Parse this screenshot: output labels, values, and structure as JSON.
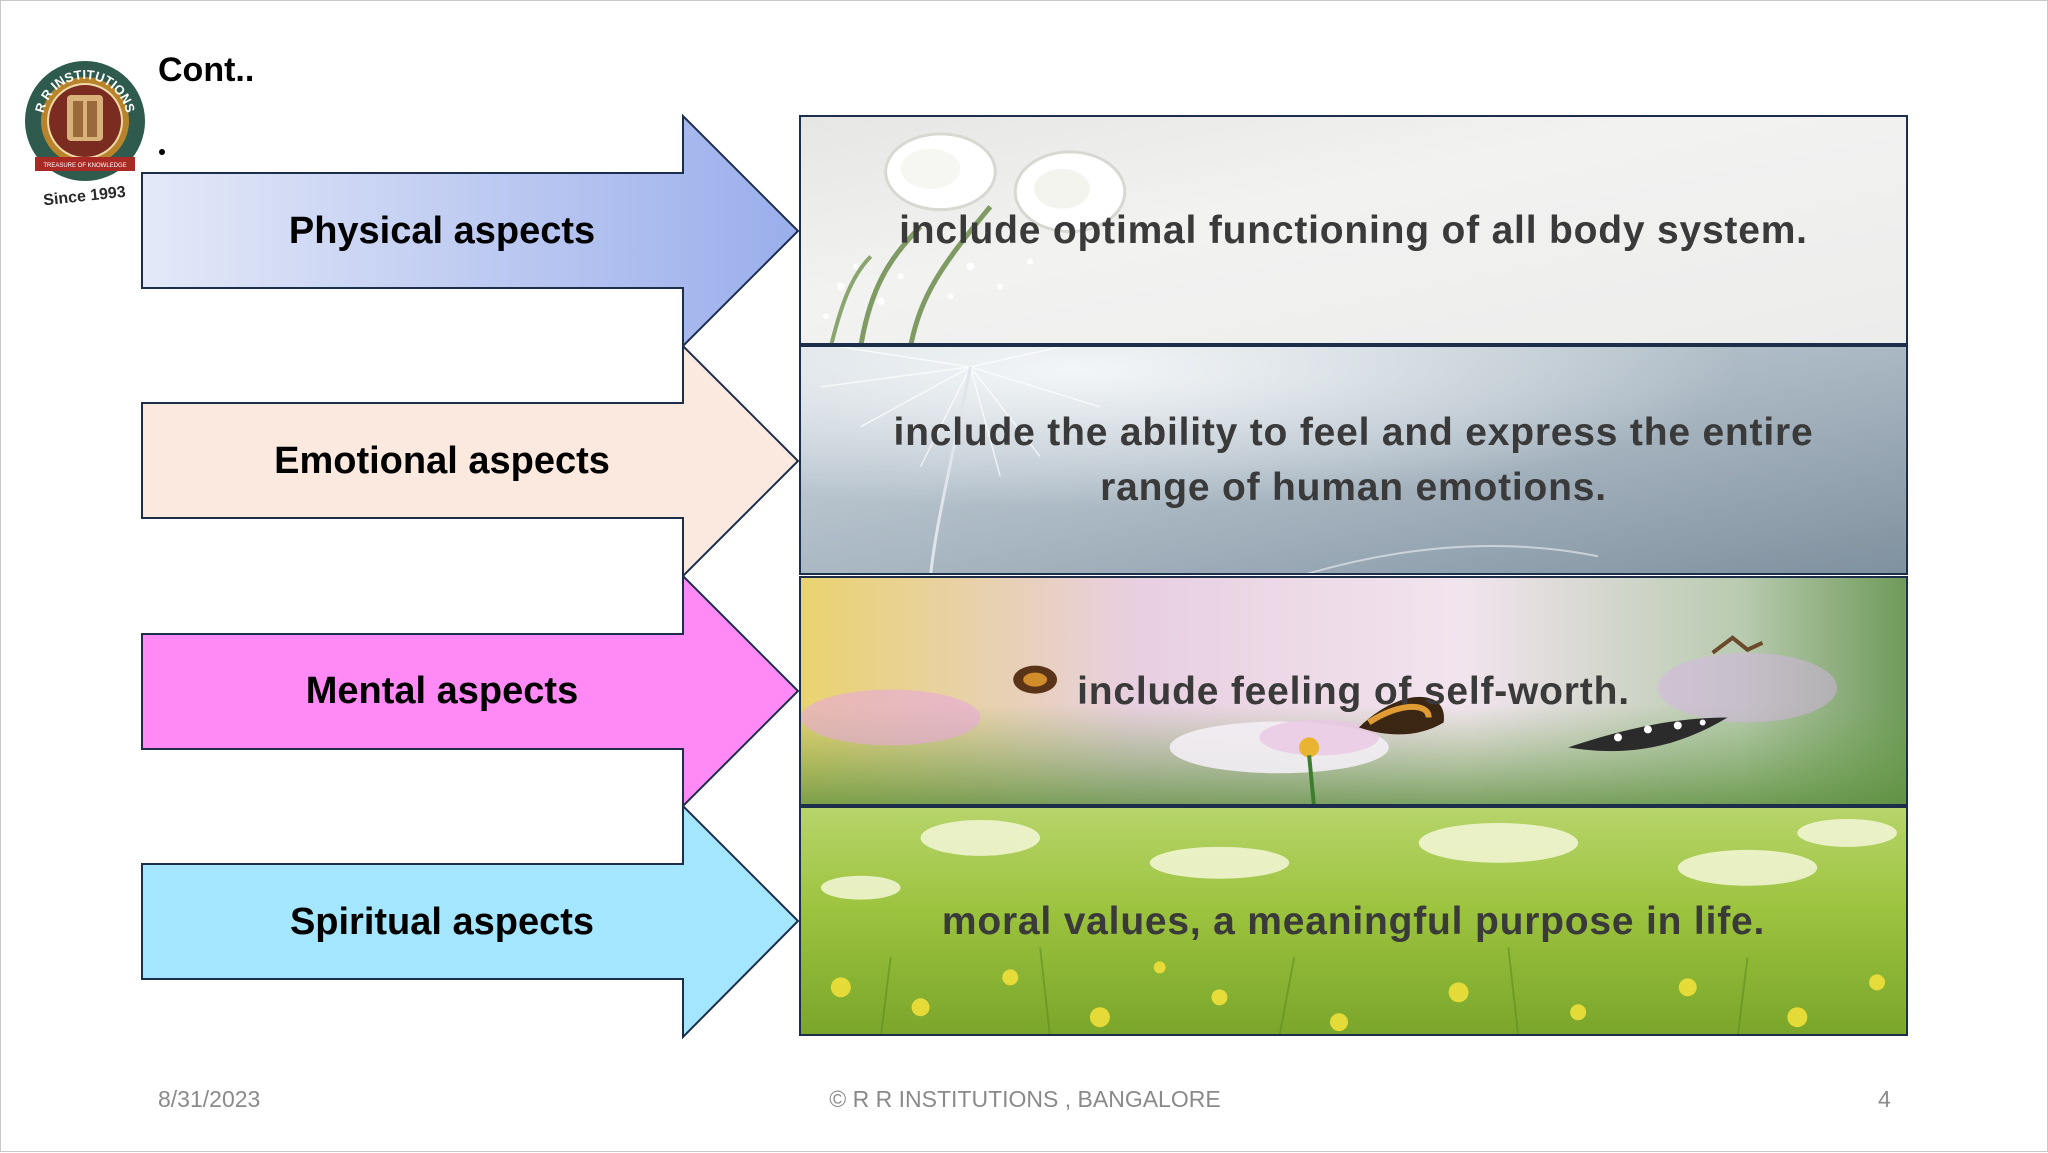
{
  "slide": {
    "title": "Cont..",
    "logo": {
      "ring_text": "R R INSTITUTIONS",
      "motto": "TREASURE OF KNOWLEDGE",
      "since": "Since 1993"
    },
    "rows": [
      {
        "label": "Physical aspects",
        "description": "include optimal functioning of all body system.",
        "arrow_color": "#9fb0ec",
        "theme": "white-roses"
      },
      {
        "label": "Emotional aspects",
        "description": "include the ability to feel and express the entire range of human emotions.",
        "arrow_color": "#fbe9df",
        "theme": "dandelion"
      },
      {
        "label": "Mental aspects",
        "description": "include feeling of self-worth.",
        "arrow_color": "#ff8af6",
        "theme": "butterflies-flowers"
      },
      {
        "label": "Spiritual aspects",
        "description": "moral values, a meaningful purpose in life.",
        "arrow_color": "#a4e6fd",
        "theme": "green-meadow"
      }
    ]
  },
  "footer": {
    "date": "8/31/2023",
    "copyright": "© R R INSTITUTIONS , BANGALORE",
    "page_number": "4"
  }
}
